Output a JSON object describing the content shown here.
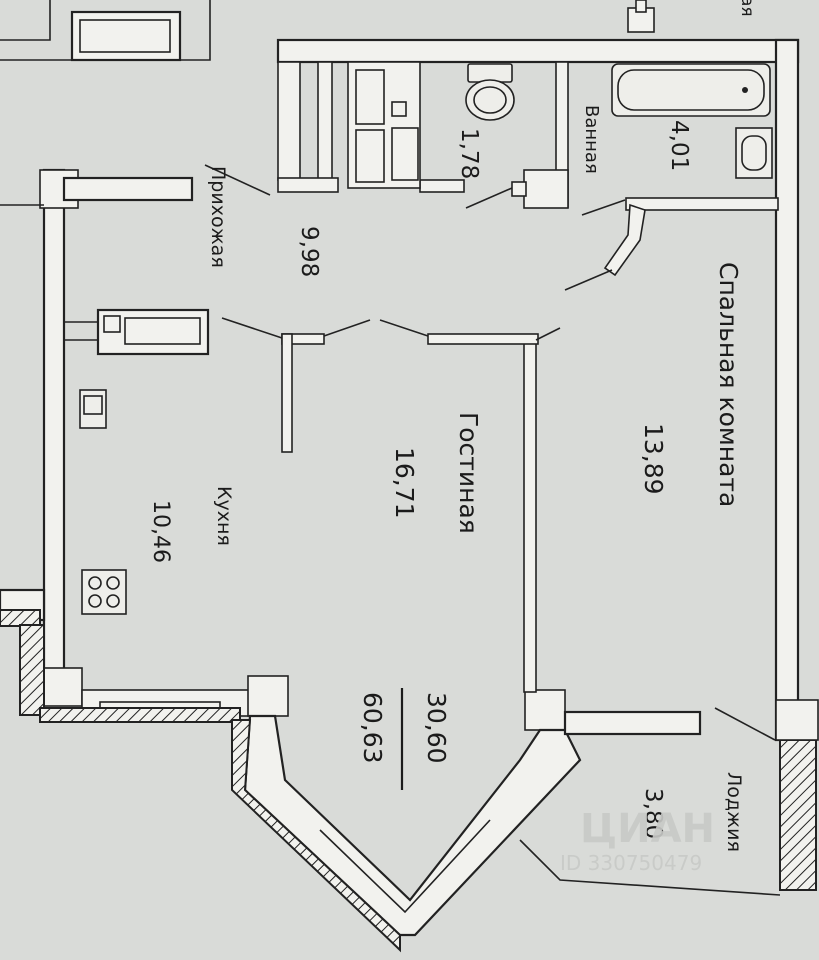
{
  "rooms": {
    "hallway": {
      "name": "Прихожая",
      "area": "9,98"
    },
    "bathroom": {
      "name": "Ванная",
      "area": "4,01"
    },
    "toilet": {
      "area": "1,78"
    },
    "bedroom": {
      "name": "Спальная комната",
      "area": "13,89"
    },
    "living": {
      "name": "Гостиная",
      "area": "16,71"
    },
    "kitchen": {
      "name": "Кухня",
      "area": "10,46"
    },
    "loggia": {
      "name": "Лоджия",
      "area": "3,80"
    }
  },
  "totals": {
    "living_area": "30,60",
    "total_area": "60,63"
  },
  "top_fragment": "ая",
  "watermark": {
    "brand": "ЦИАН",
    "id": "ID 330750479"
  }
}
